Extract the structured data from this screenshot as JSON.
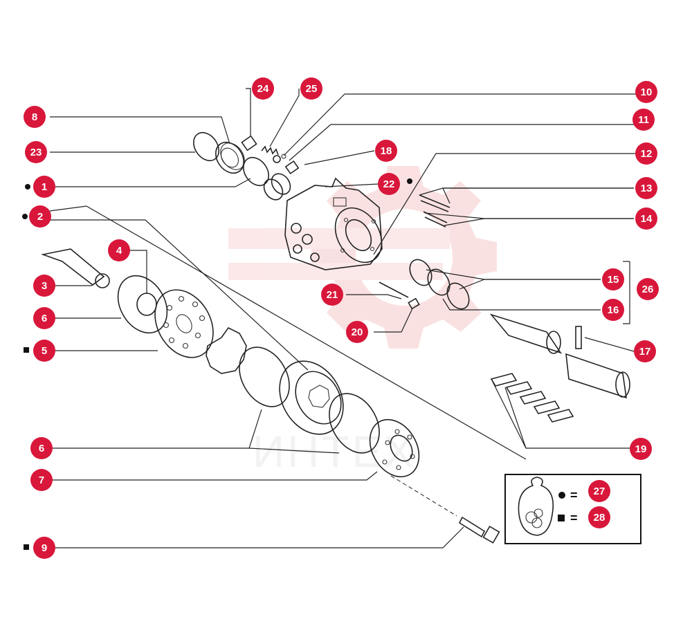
{
  "diagram": {
    "watermark_text": "ИНТЕХ",
    "callouts": [
      {
        "id": "c1",
        "label": "1",
        "marker": "dot"
      },
      {
        "id": "c2",
        "label": "2",
        "marker": "dot"
      },
      {
        "id": "c3",
        "label": "3",
        "marker": ""
      },
      {
        "id": "c4",
        "label": "4",
        "marker": ""
      },
      {
        "id": "c5",
        "label": "5",
        "marker": "square"
      },
      {
        "id": "c6a",
        "label": "6",
        "marker": ""
      },
      {
        "id": "c6b",
        "label": "6",
        "marker": ""
      },
      {
        "id": "c7",
        "label": "7",
        "marker": ""
      },
      {
        "id": "c8",
        "label": "8",
        "marker": ""
      },
      {
        "id": "c9",
        "label": "9",
        "marker": "square"
      },
      {
        "id": "c10",
        "label": "10",
        "marker": ""
      },
      {
        "id": "c11",
        "label": "11",
        "marker": ""
      },
      {
        "id": "c12",
        "label": "12",
        "marker": ""
      },
      {
        "id": "c13",
        "label": "13",
        "marker": ""
      },
      {
        "id": "c14",
        "label": "14",
        "marker": ""
      },
      {
        "id": "c15",
        "label": "15",
        "marker": ""
      },
      {
        "id": "c16",
        "label": "16",
        "marker": ""
      },
      {
        "id": "c17",
        "label": "17",
        "marker": ""
      },
      {
        "id": "c18",
        "label": "18",
        "marker": ""
      },
      {
        "id": "c19",
        "label": "19",
        "marker": ""
      },
      {
        "id": "c20",
        "label": "20",
        "marker": ""
      },
      {
        "id": "c21",
        "label": "21",
        "marker": ""
      },
      {
        "id": "c22",
        "label": "22",
        "marker": "dot"
      },
      {
        "id": "c23",
        "label": "23",
        "marker": ""
      },
      {
        "id": "c24",
        "label": "24",
        "marker": ""
      },
      {
        "id": "c25",
        "label": "25",
        "marker": ""
      },
      {
        "id": "c26",
        "label": "26",
        "marker": ""
      }
    ],
    "legend": {
      "items": [
        {
          "label": "27",
          "symbol": "dot",
          "equals": "="
        },
        {
          "label": "28",
          "symbol": "square",
          "equals": "="
        }
      ]
    },
    "colors": {
      "callout": "#d8173a",
      "watermark": "#f5c4c4",
      "line": "#222222"
    }
  }
}
